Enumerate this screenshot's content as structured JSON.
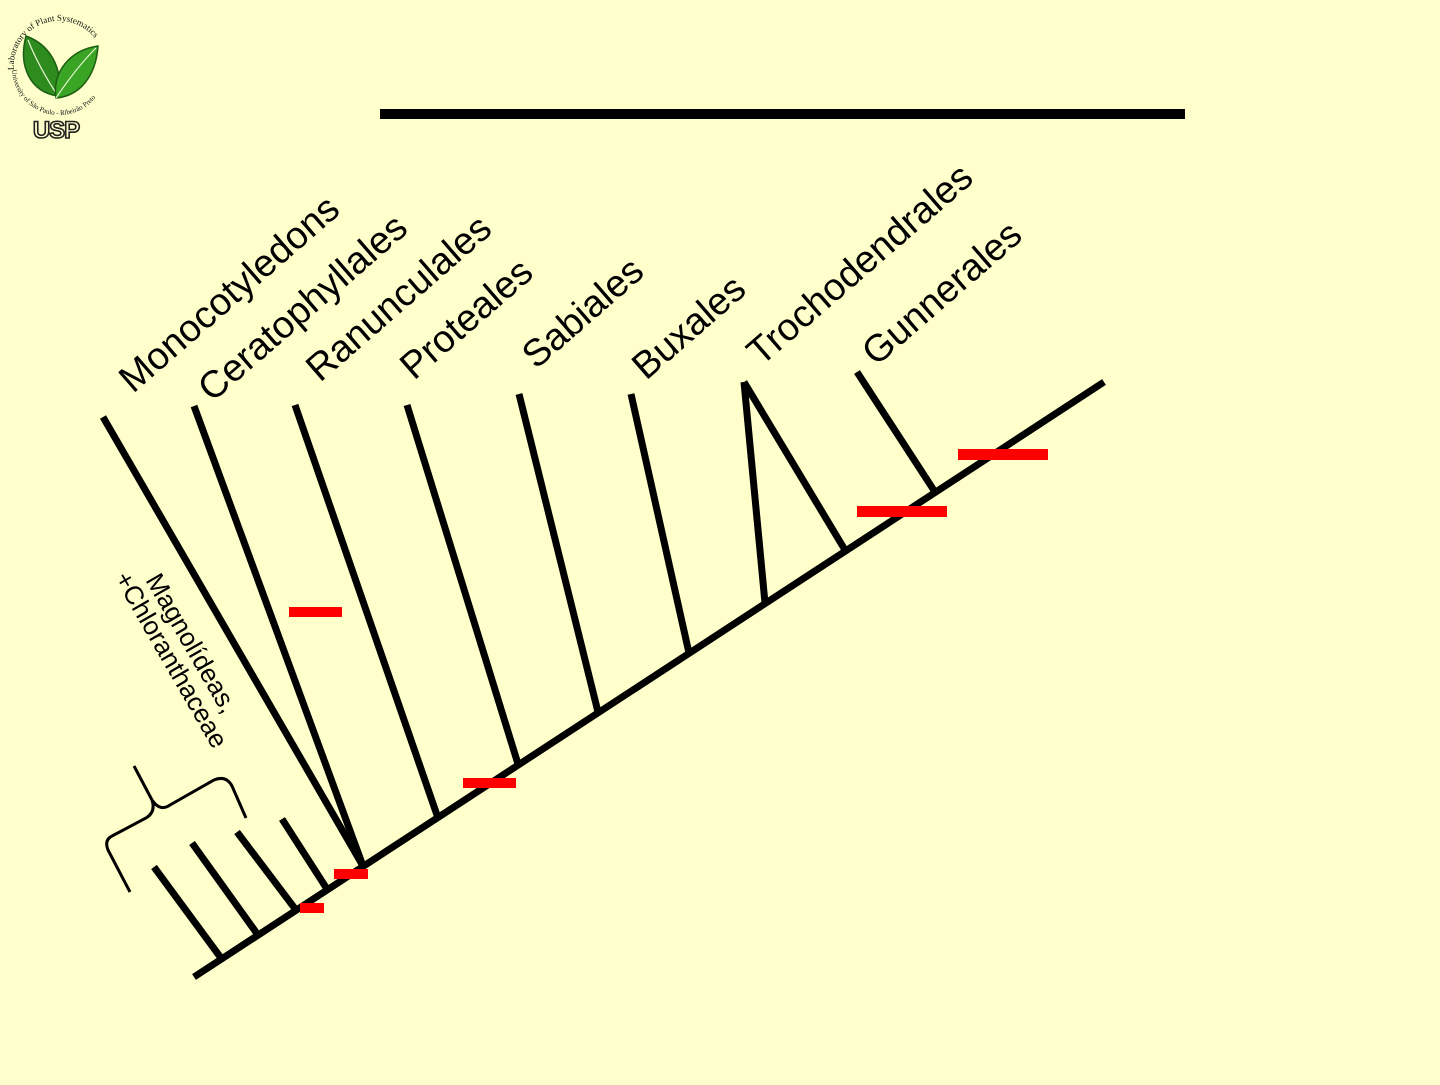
{
  "logo": {
    "top_text": "Laboratory of Plant Systematics",
    "bottom_text": "University of São Paulo - Ribeirão Preto",
    "acronym": "USP"
  },
  "taxa": [
    "Monocotyledons",
    "Ceratophyllales",
    "Ranunculales",
    "Proteales",
    "Sabiales",
    "Buxales",
    "Trochodendrales",
    "Gunnerales"
  ],
  "group_label": {
    "line1": "Magnolídeas,",
    "line2": "+Chloranthaceae"
  },
  "colors": {
    "background": "#ffffcc",
    "branch": "#000000",
    "synapomorphy": "#ff0000",
    "logo_green": "#2e8b1e"
  }
}
